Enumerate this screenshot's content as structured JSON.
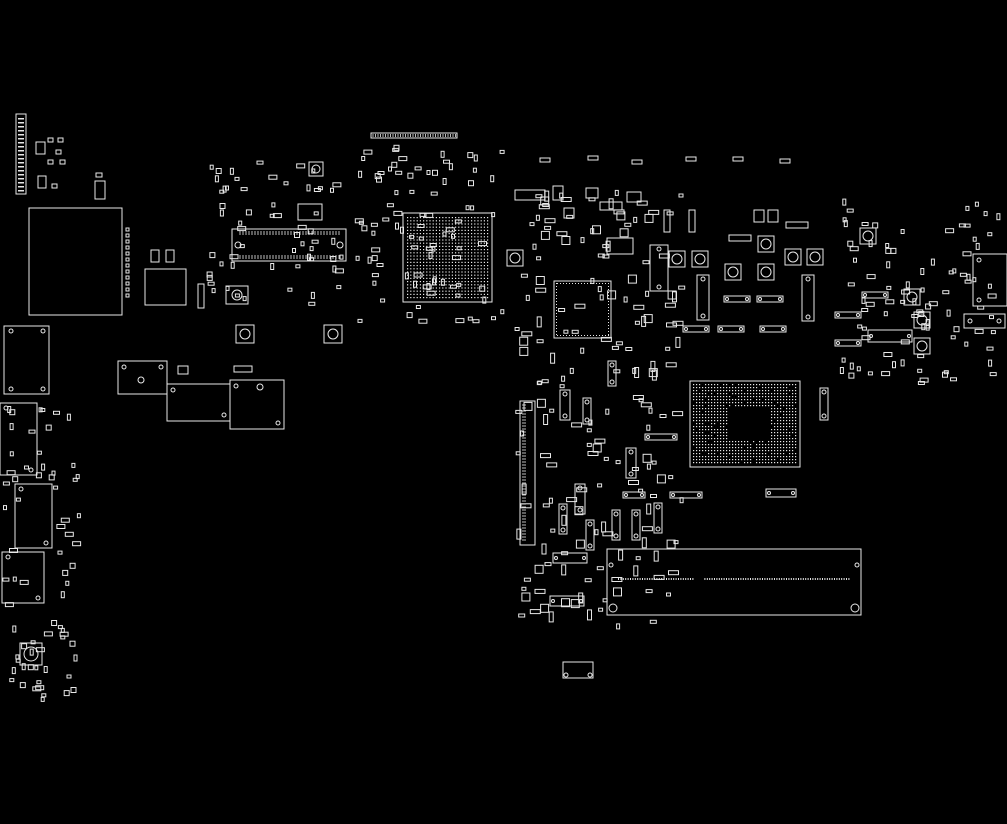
{
  "view": {
    "background": "#000000",
    "trace_color": "#e8e8e8"
  },
  "components": {
    "left_board_chip": "board-chip",
    "bga_cpu": "bga-processor",
    "bga_chipset": "bga-chipset",
    "bga_main": "bga-main",
    "memory_slot": "memory-slot"
  }
}
